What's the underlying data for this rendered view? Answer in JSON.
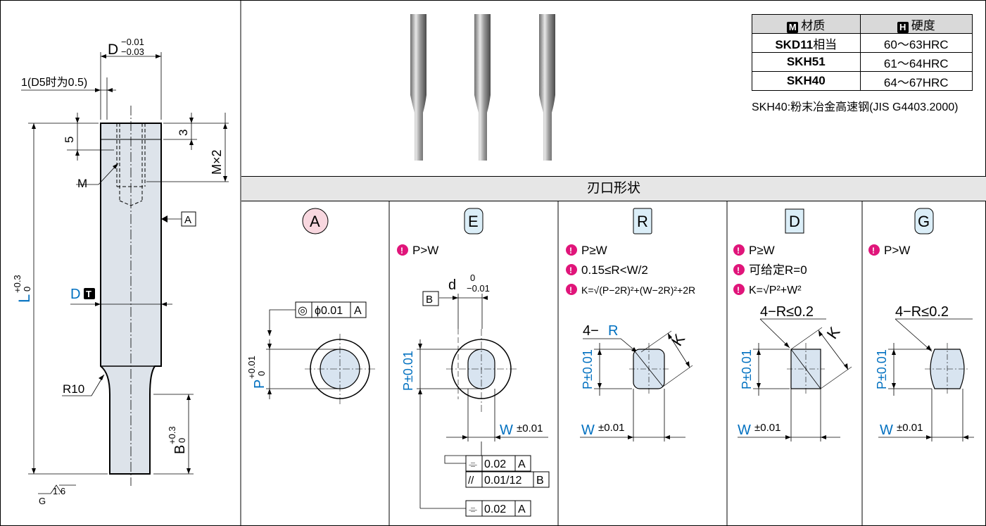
{
  "left_drawing": {
    "d_tol": {
      "base": "D",
      "upper": "−0.01",
      "lower": "−0.03"
    },
    "offset_label": "1(D5时为0.5)",
    "dim_5": "5",
    "dim_3": "3",
    "dim_mx2": "M×2",
    "label_m": "M",
    "datum_a": "A",
    "label_l": {
      "base": "L",
      "upper": "+0.3",
      "lower": "0"
    },
    "label_d": "D",
    "label_d_badge": "T",
    "label_r10": "R10",
    "label_b": {
      "base": "B",
      "upper": "+0.3",
      "lower": "0"
    },
    "surface_finish": {
      "value": "1.6",
      "ref": "G"
    }
  },
  "materials": {
    "header_material": "材质",
    "header_material_icon": "M",
    "header_hardness": "硬度",
    "header_hardness_icon": "H",
    "rows": [
      {
        "material": "SKD11",
        "suffix": "相当",
        "hardness": "60～63HRC"
      },
      {
        "material": "SKH51",
        "suffix": "",
        "hardness": "61～64HRC"
      },
      {
        "material": "SKH40",
        "suffix": "",
        "hardness": "64～67HRC"
      }
    ],
    "note": "SKH40:粉末冶金高速钢(JIS G4403.2000)"
  },
  "shapes_header": "刃口形状",
  "shapes": [
    {
      "letter": "A",
      "bg": "#f8d7df",
      "radius": "round",
      "condition": "",
      "concentricity": {
        "symbol": "◎",
        "value": "ϕ0.01",
        "datum": "A"
      },
      "p": {
        "base": "P",
        "upper": "+0.01",
        "lower": "0"
      }
    },
    {
      "letter": "E",
      "bg": "#dbeef8",
      "radius": "round",
      "condition": "P>W",
      "d_tol": {
        "base": "d",
        "upper": "0",
        "lower": "−0.01"
      },
      "datum_b": "B",
      "p_label": "P±0.01",
      "w_label": "W",
      "w_tol": "±0.01",
      "fcf": [
        {
          "symbol": "⌯",
          "value": "0.02",
          "datum": "A"
        },
        {
          "symbol": "//",
          "value": "0.01/12",
          "datum": "B"
        },
        {
          "symbol": "⌯",
          "value": "0.02",
          "datum": "A"
        }
      ]
    },
    {
      "letter": "R",
      "bg": "#dbeef8",
      "radius": "slight",
      "conditions": [
        "P≥W",
        "0.15≤R<W/2",
        "K=√(P−2R)²+(W−2R)²+2R"
      ],
      "corner_label": "4−",
      "corner_r": "R",
      "k_label": "K",
      "p_label": "P±0.01",
      "w_label": "W",
      "w_tol": "±0.01"
    },
    {
      "letter": "D",
      "bg": "#dbeef8",
      "radius": "square",
      "conditions": [
        "P≥W",
        "可给定R=0",
        "K=√P²+W²"
      ],
      "corner_label": "4−R≤0.2",
      "k_label": "K",
      "p_label": "P±0.01",
      "w_label": "W",
      "w_tol": "±0.01"
    },
    {
      "letter": "G",
      "bg": "#dbeef8",
      "radius": "round",
      "condition": "P>W",
      "corner_label": "4−R≤0.2",
      "p_label": "P±0.01",
      "w_label": "W",
      "w_tol": "±0.01"
    }
  ],
  "colors": {
    "accent_blue": "#0070c0",
    "warning_pink": "#e0157a",
    "fill_blue": "#d8e4f0"
  }
}
